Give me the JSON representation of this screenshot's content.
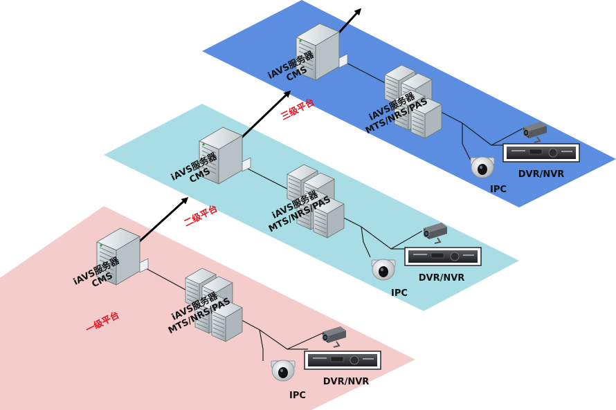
{
  "colors": {
    "level1_plane": "#f4cccc",
    "level2_plane": "#a9dde6",
    "level3_plane": "#5b8ee0",
    "arrow": "#000000",
    "tier_label": "#e0141e"
  },
  "levels": [
    {
      "tier_label": "一级平台",
      "cms": {
        "line1": "iAVS服务器",
        "line2": "CMS"
      },
      "media": {
        "line1": "iAVS服务器",
        "line2": "MTS/NRS/PAS"
      },
      "ipc": "IPC",
      "dvr": "DVR/NVR"
    },
    {
      "tier_label": "二级平台",
      "cms": {
        "line1": "iAVS服务器",
        "line2": "CMS"
      },
      "media": {
        "line1": "iAVS服务器",
        "line2": "MTS/NRS/PAS"
      },
      "ipc": "IPC",
      "dvr": "DVR/NVR"
    },
    {
      "tier_label": "三级平台",
      "cms": {
        "line1": "iAVS服务器",
        "line2": "CMS"
      },
      "media": {
        "line1": "iAVS服务器",
        "line2": "MTS/NRS/PAS"
      },
      "ipc": "IPC",
      "dvr": "DVR/NVR"
    }
  ],
  "icons": [
    "server-tower-icon",
    "server-rack-icon",
    "box-camera-icon",
    "dome-camera-icon",
    "dvr-recorder-icon"
  ]
}
